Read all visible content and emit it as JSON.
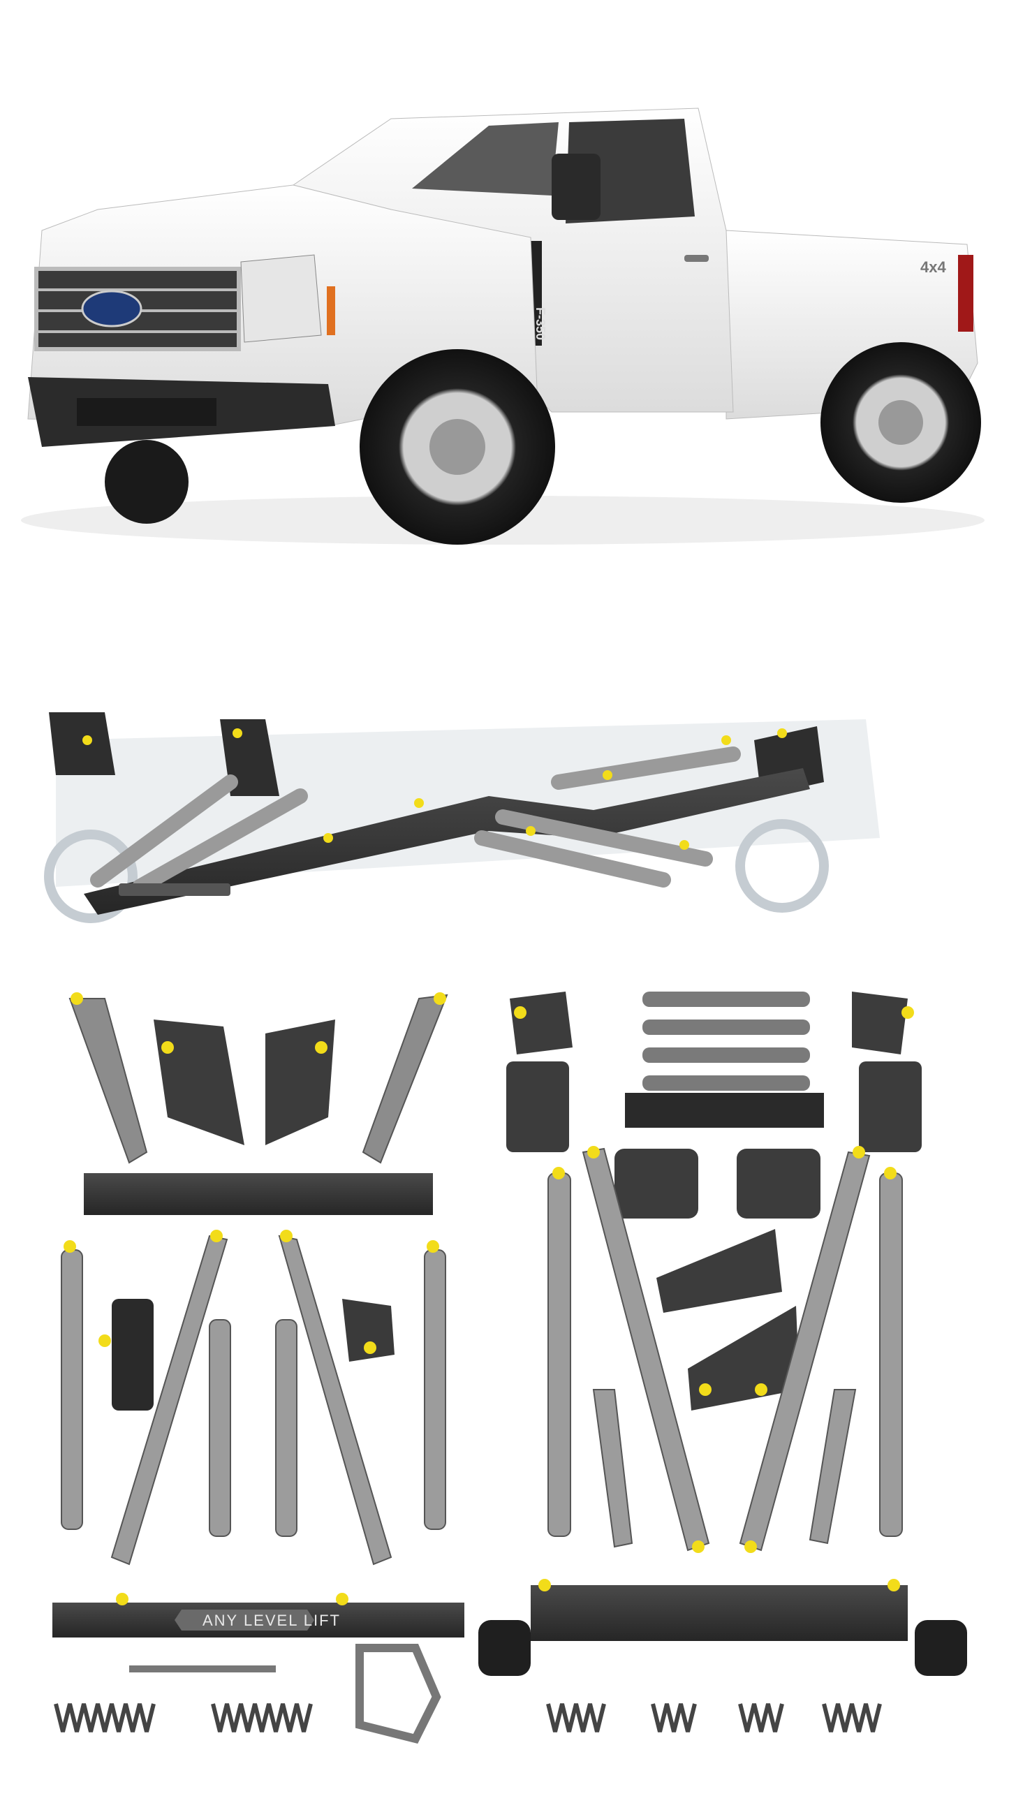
{
  "product": {
    "vehicle_badge": "F-350",
    "drive_badge": "4x4",
    "brand_logo_text": "ANY LEVEL LIFT",
    "colors": {
      "truck_body": "#f4f4f4",
      "steel_parts": "#3a3a3a",
      "arms": "#8c8c8c",
      "fasteners": "#f2dc1a",
      "background": "#ffffff"
    }
  }
}
